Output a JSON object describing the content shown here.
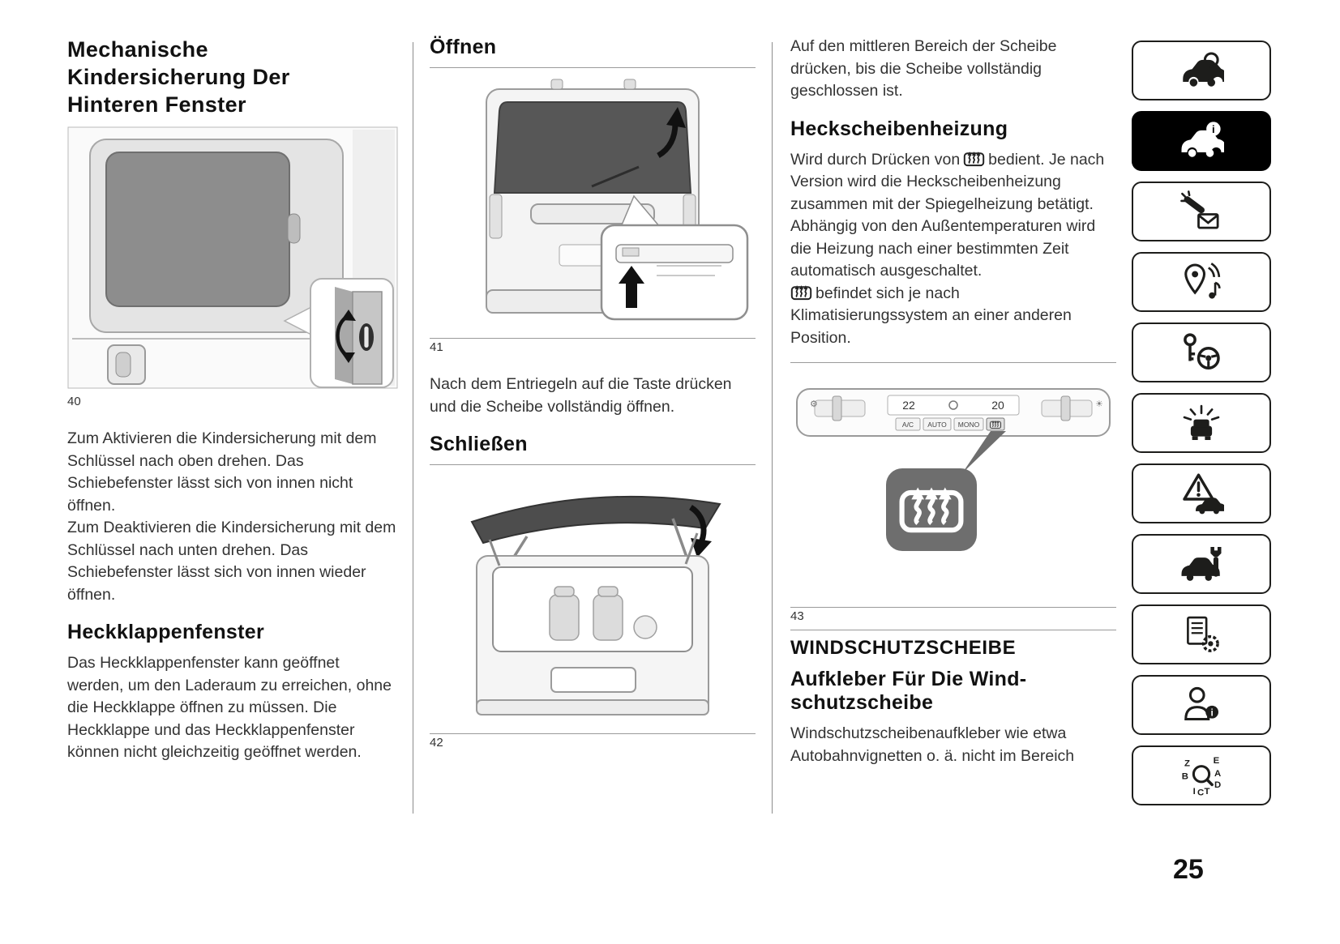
{
  "page": {
    "number": "25"
  },
  "col1": {
    "heading": "Mechanische Kindersicherung Der Hinteren Fenster",
    "fig_caption": "40",
    "para1": "Zum Aktivieren die Kindersicherung mit dem Schlüssel nach oben drehen. Das Schiebefenster lässt sich von innen nicht öffnen.",
    "para2": "Zum Deaktivieren die Kindersicherung mit dem Schlüssel nach unten drehen. Das Schiebefenster lässt sich von innen wieder öffnen.",
    "heading2": "Heckklappenfenster",
    "para3": "Das Heckklappenfenster kann geöffnet werden, um den Laderaum zu erreichen, ohne die Heckklappe öffnen zu müssen. Die Heckklappe und das Heckklappenfenster können nicht gleichzeitig geöffnet werden."
  },
  "col2": {
    "heading_open": "Öffnen",
    "fig41_caption": "41",
    "para1": "Nach dem Entriegeln auf die Taste drücken und die Scheibe vollständig öffnen.",
    "heading_close": "Schließen",
    "fig42_caption": "42"
  },
  "col3": {
    "para1": "Auf den mittleren Bereich der Scheibe drücken, bis die Scheibe vollständig geschlossen ist.",
    "heading_heating": "Heckscheibenheizung",
    "para2_before_icon": "Wird durch Drücken von",
    "para2_after_icon": "bedient. Je nach Version wird die Heckscheibenheizung zusammen mit der Spiegelheizung betätigt.",
    "para3": "Abhängig von den Außentemperaturen wird die Heizung nach einer bestimmten Zeit automatisch ausgeschaltet.",
    "para4_after_icon": "befindet sich je nach Klimatisierungssystem an einer anderen Position.",
    "fig43_caption": "43",
    "heading_windshield": "WINDSCHUTZSCHEIBE",
    "heading_sticker": "Aufkleber Für Die Wind-schutzscheibe",
    "para5": "Windschutzscheibenaufkleber wie etwa Autobahnvignetten o. ä. nicht im Bereich"
  },
  "fig43": {
    "display_left": "22",
    "display_right": "20",
    "btn_ac": "A/C",
    "btn_auto": "AUTO",
    "btn_mono": "MONO"
  },
  "icons": {
    "defrost_name": "rear-window-defrost-icon"
  },
  "sidebar": {
    "items": [
      {
        "name": "vehicle-overview",
        "active": false
      },
      {
        "name": "dashboard-info",
        "active": true
      },
      {
        "name": "lights-and-messages",
        "active": false
      },
      {
        "name": "navigation-audio",
        "active": false
      },
      {
        "name": "starting-and-driving",
        "active": false
      },
      {
        "name": "driver-assistance",
        "active": false
      },
      {
        "name": "emergency",
        "active": false
      },
      {
        "name": "service-maintenance",
        "active": false
      },
      {
        "name": "technical-data",
        "active": false
      },
      {
        "name": "customer-information",
        "active": false
      },
      {
        "name": "alphabetical-index",
        "active": false
      }
    ]
  }
}
